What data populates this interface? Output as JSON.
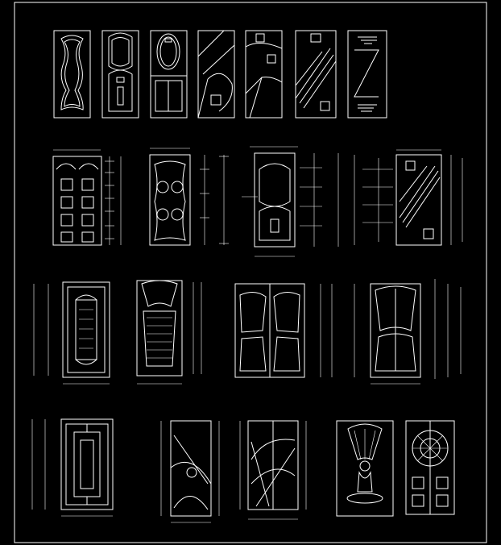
{
  "drawing": {
    "background": "#000000",
    "line_color": "#ffffff",
    "rows": [
      {
        "row": 1,
        "doors": [
          "door-1",
          "door-2",
          "door-3",
          "door-4",
          "door-5",
          "door-6",
          "door-7"
        ]
      },
      {
        "row": 2,
        "doors": [
          "door-8",
          "door-9",
          "door-10",
          "door-11"
        ]
      },
      {
        "row": 3,
        "doors": [
          "door-12",
          "door-13",
          "door-14",
          "door-15"
        ]
      },
      {
        "row": 4,
        "doors": [
          "door-16",
          "door-17",
          "door-18",
          "door-19",
          "door-20"
        ]
      }
    ]
  }
}
